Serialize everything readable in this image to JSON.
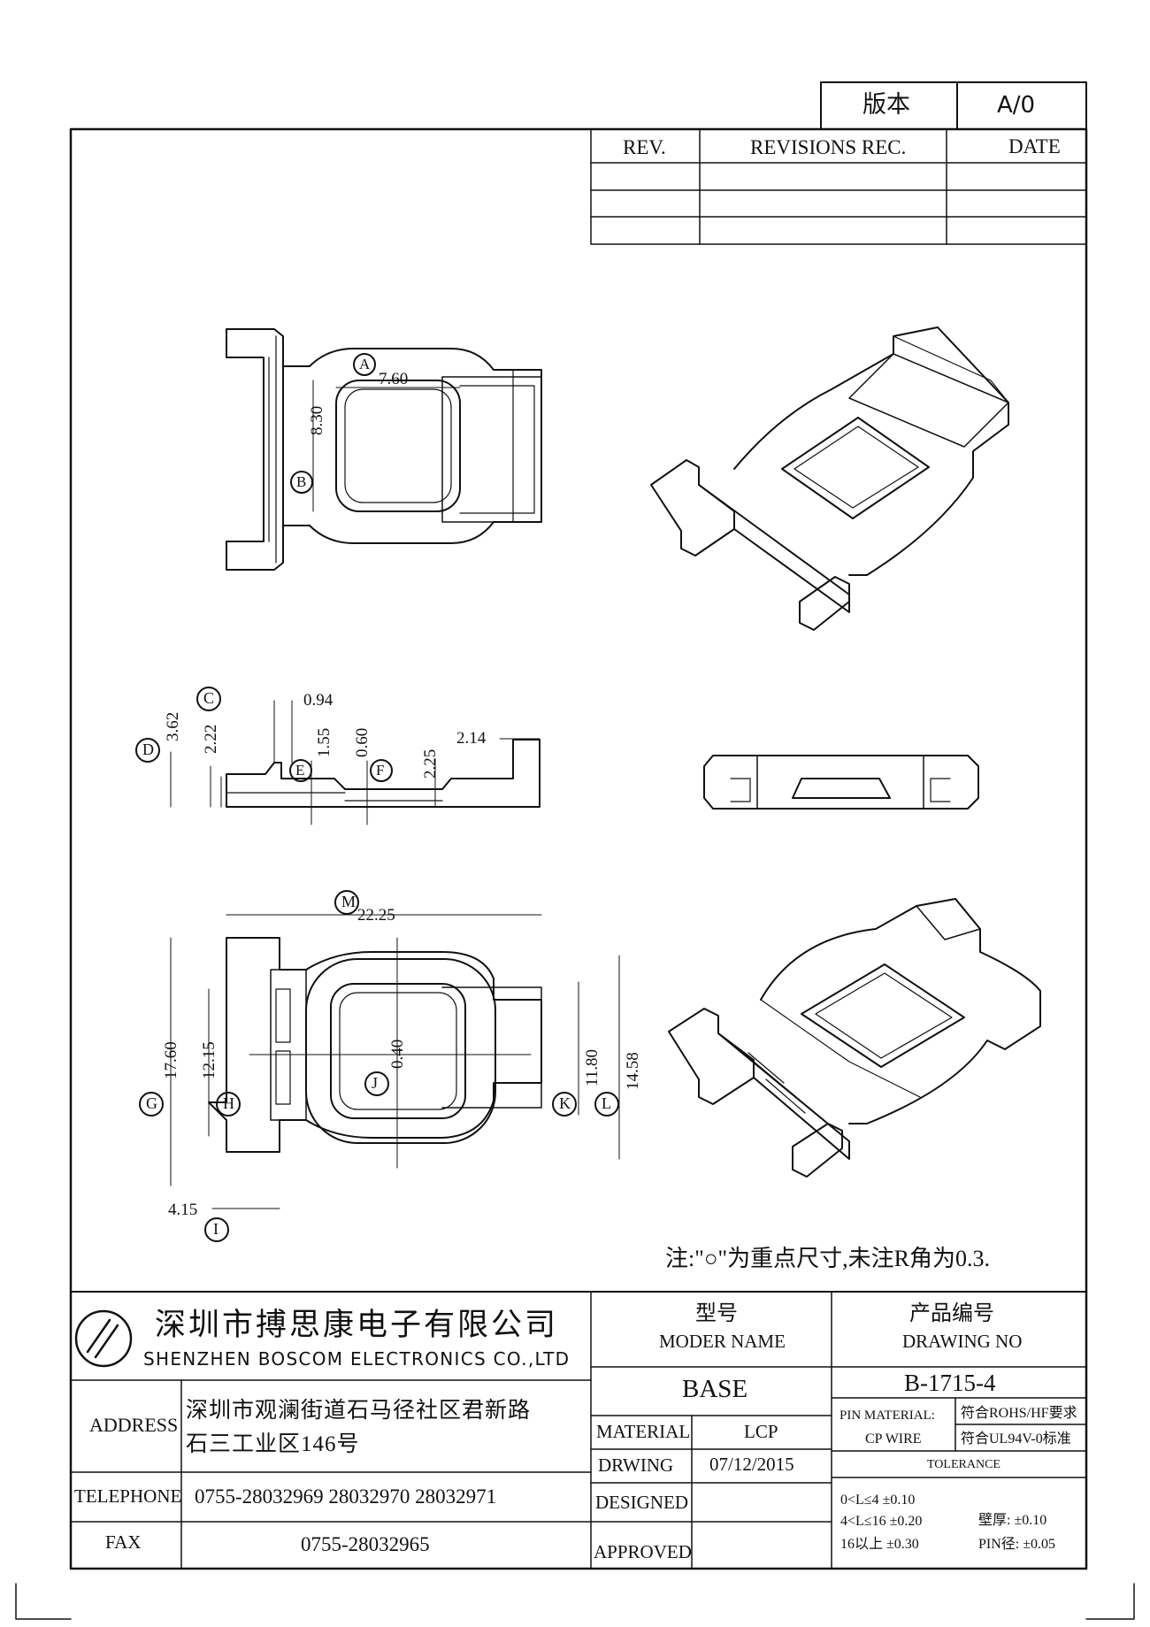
{
  "version_box": {
    "label": "版本",
    "value": "A/0"
  },
  "revision_table": {
    "headers": [
      "REV.",
      "REVISIONS REC.",
      "DATE"
    ],
    "rows": [
      [
        "",
        "",
        ""
      ],
      [
        "",
        "",
        ""
      ],
      [
        "",
        "",
        ""
      ]
    ]
  },
  "dimensions": {
    "top_view": {
      "a": "7.60",
      "b": "8.30",
      "label_a": "A",
      "label_b": "B"
    },
    "side_view": {
      "c": "0.94",
      "d": "3.62",
      "d2": "2.22",
      "e": "1.55",
      "f": "0.60",
      "g": "2.25",
      "h": "2.14",
      "label_c": "C",
      "label_d": "D",
      "label_e": "E",
      "label_f": "F"
    },
    "bottom_view": {
      "m": "22.25",
      "g": "17.60",
      "h": "12.15",
      "j": "0.40",
      "k": "11.80",
      "l": "14.58",
      "i": "4.15",
      "label_m": "M",
      "label_g": "G",
      "label_h": "H",
      "label_j": "J",
      "label_k": "K",
      "label_l": "L",
      "label_i": "I"
    }
  },
  "note": "注:\"○\"为重点尺寸,未注R角为0.3.",
  "title_block": {
    "company_cn": "深圳市搏思康电子有限公司",
    "company_en": "SHENZHEN BOSCOM ELECTRONICS CO.,LTD",
    "address_label": "ADDRESS",
    "address_line1": "深圳市观澜街道石马径社区君新路",
    "address_line2": "石三工业区146号",
    "telephone_label": "TELEPHONE",
    "telephone": "0755-28032969 28032970 28032971",
    "fax_label": "FAX",
    "fax": "0755-28032965",
    "model_label_cn": "型号",
    "model_label_en": "MODER NAME",
    "model_value": "BASE",
    "drawing_no_label_cn": "产品编号",
    "drawing_no_label_en": "DRAWING NO",
    "drawing_no_value": "B-1715-4",
    "material_label": "MATERIAL",
    "material_value": "LCP",
    "drwing_label": "DRWING",
    "drwing_value": "07/12/2015",
    "designed_label": "DESIGNED",
    "approved_label": "APPROVED",
    "pin_material_label": "PIN MATERIAL:",
    "pin_material_value": "CP WIRE",
    "rohs": "符合ROHS/HF要求",
    "ul": "符合UL94V-0标准",
    "tolerance_label": "TOLERANCE",
    "tol1": "0<L≤4  ±0.10",
    "tol2": "4<L≤16  ±0.20",
    "tol3": "16以上     ±0.30",
    "wall_label": "壁厚:  ±0.10",
    "pin_dia_label": "PIN径:  ±0.05"
  }
}
